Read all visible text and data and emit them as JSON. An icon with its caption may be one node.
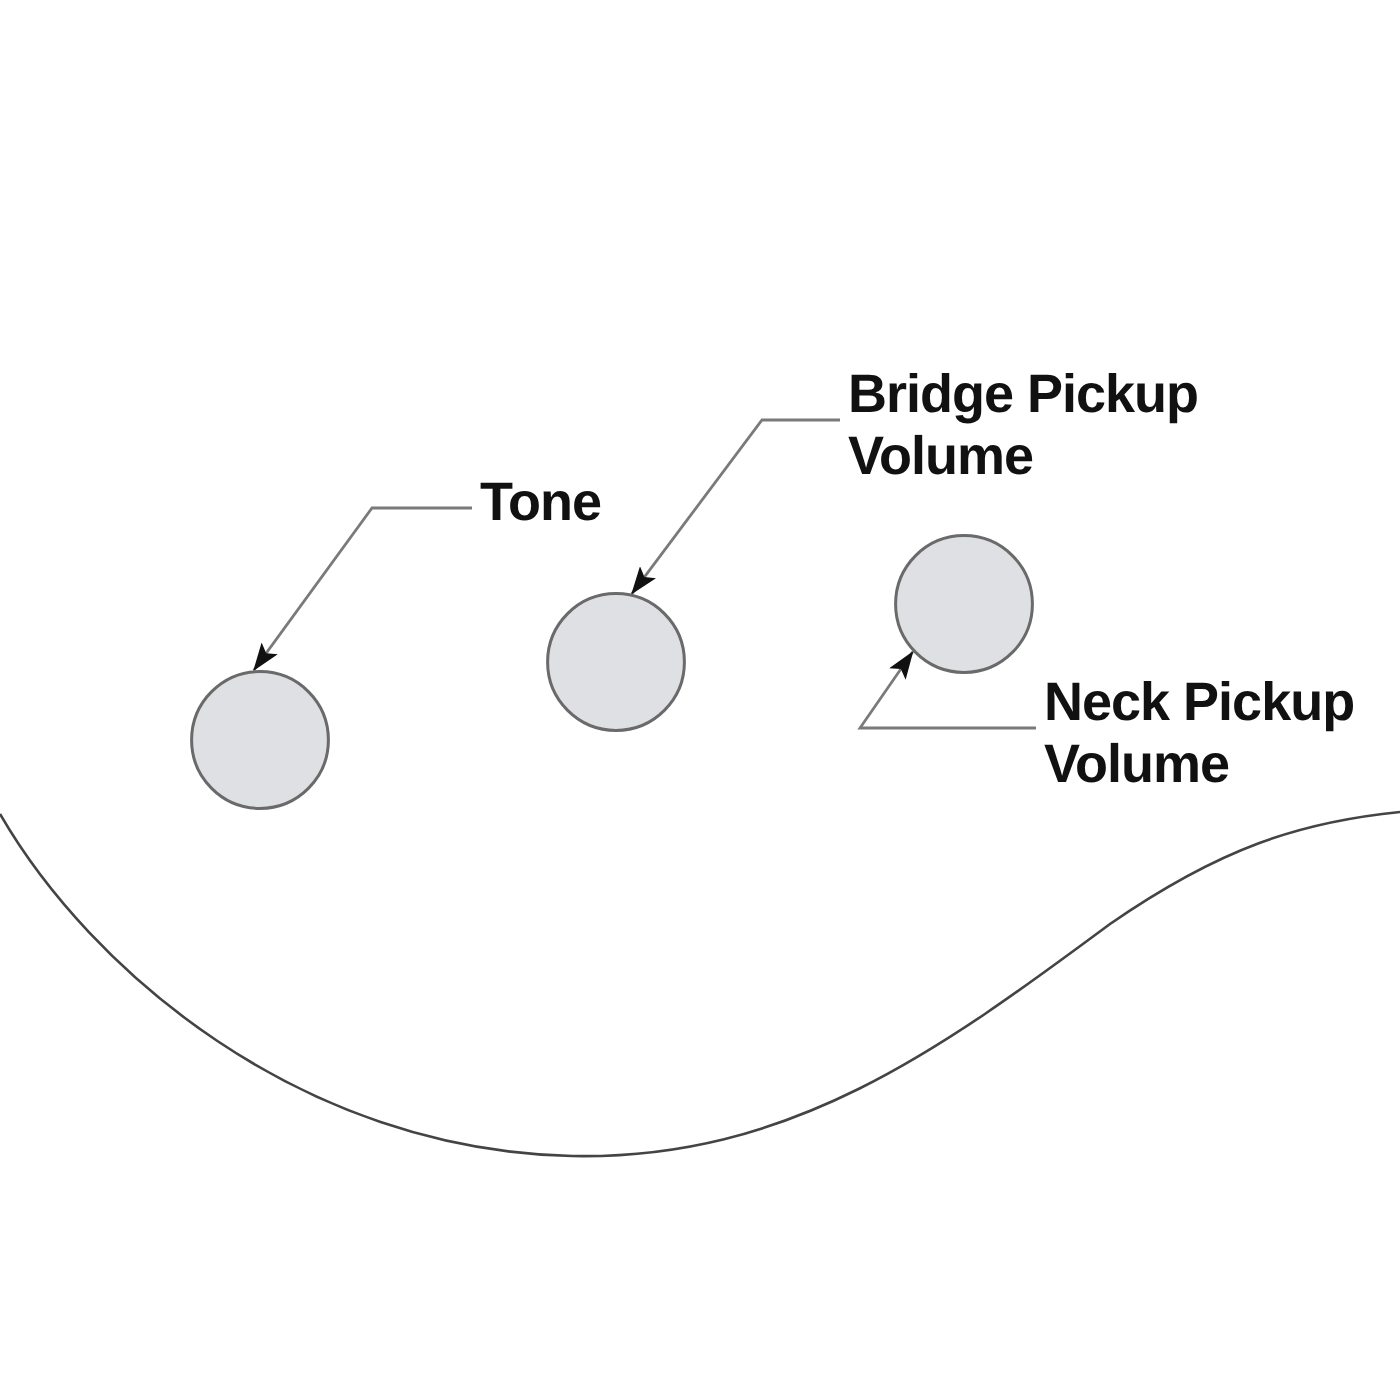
{
  "diagram": {
    "nodes": [
      {
        "text": [
          "Tone"
        ]
      },
      {
        "text": [
          "Bridge Pickup Volume"
        ]
      },
      {
        "text": [
          "Neck Pickup Volume"
        ]
      },
      {
        "text": [],
        "shape": "circle"
      },
      {
        "text": [],
        "shape": "circle"
      },
      {
        "text": [],
        "shape": "circle"
      }
    ],
    "edges": [
      {
        "from": 0,
        "to": 3,
        "arrow": "to"
      },
      {
        "from": 1,
        "to": 4,
        "arrow": "to"
      },
      {
        "from": 2,
        "to": 5,
        "arrow": "to"
      }
    ]
  }
}
